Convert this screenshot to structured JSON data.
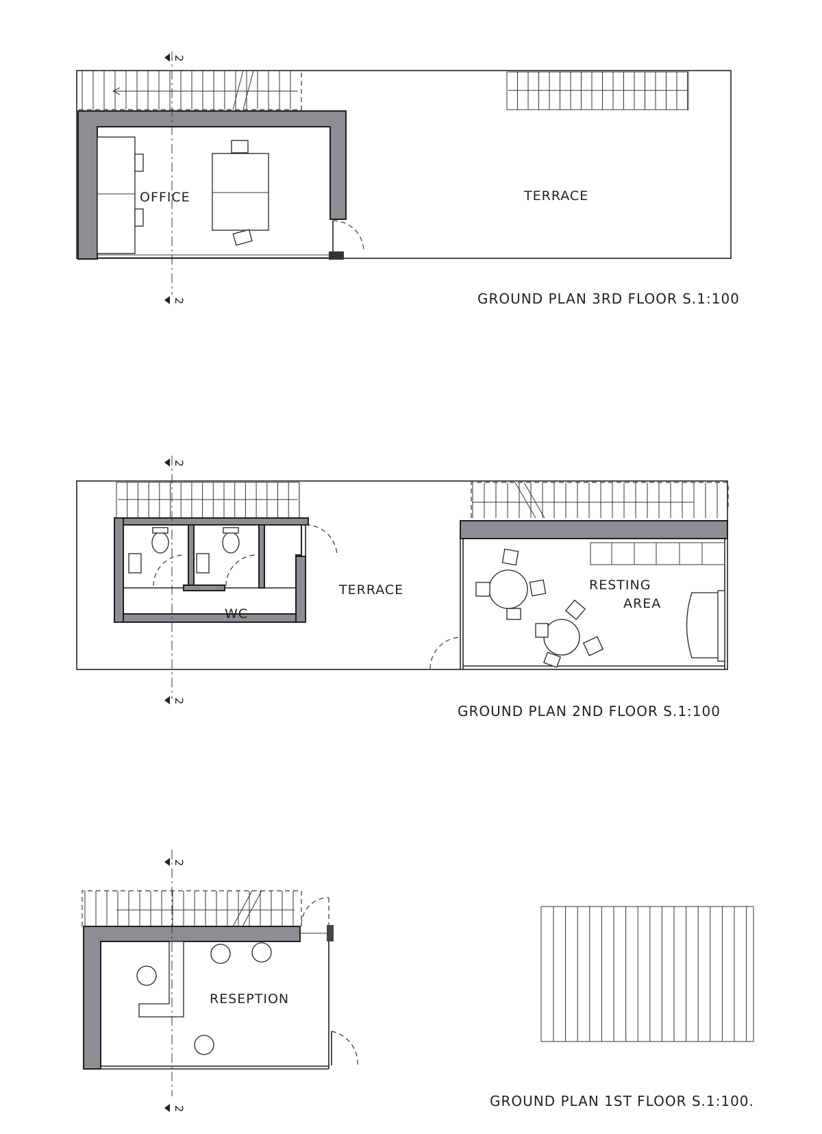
{
  "sheet": {
    "section_mark": "2",
    "plans": [
      {
        "title": "GROUND PLAN  3RD FLOOR   S.1:100",
        "rooms": [
          "OFFICE",
          "TERRACE"
        ]
      },
      {
        "title": "GROUND PLAN  2ND FLOOR    S.1:100",
        "rooms": [
          "WC",
          "TERRACE",
          "RESTING",
          "AREA"
        ]
      },
      {
        "title": "GROUND PLAN   1ST FLOOR    S.1:100.",
        "rooms": [
          "RESEPTION"
        ]
      }
    ]
  }
}
